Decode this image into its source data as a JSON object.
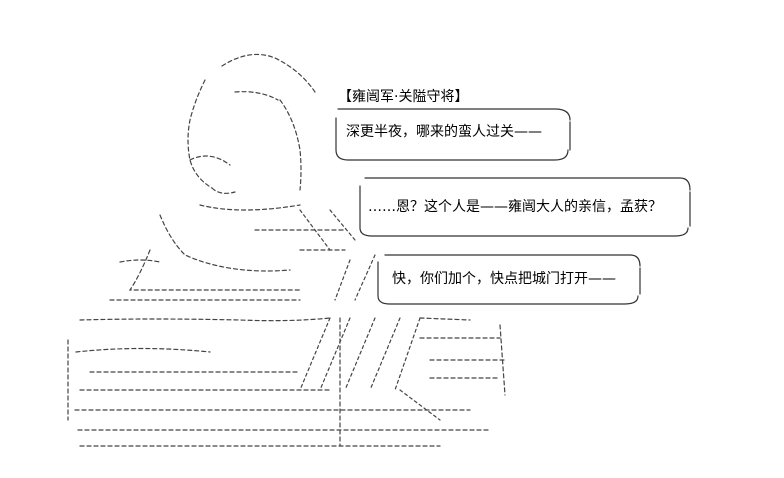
{
  "caption": "【雍闿军·关隘守将】",
  "bubbles": [
    {
      "speaker": "guard",
      "text": "深更半夜，哪来的蛮人过关——"
    },
    {
      "speaker": "guard",
      "text": "……恩？这个人是——雍闿大人的亲信，孟获？"
    },
    {
      "speaker": "guard",
      "text": "快，你们加个，快点把城门打开——"
    }
  ]
}
